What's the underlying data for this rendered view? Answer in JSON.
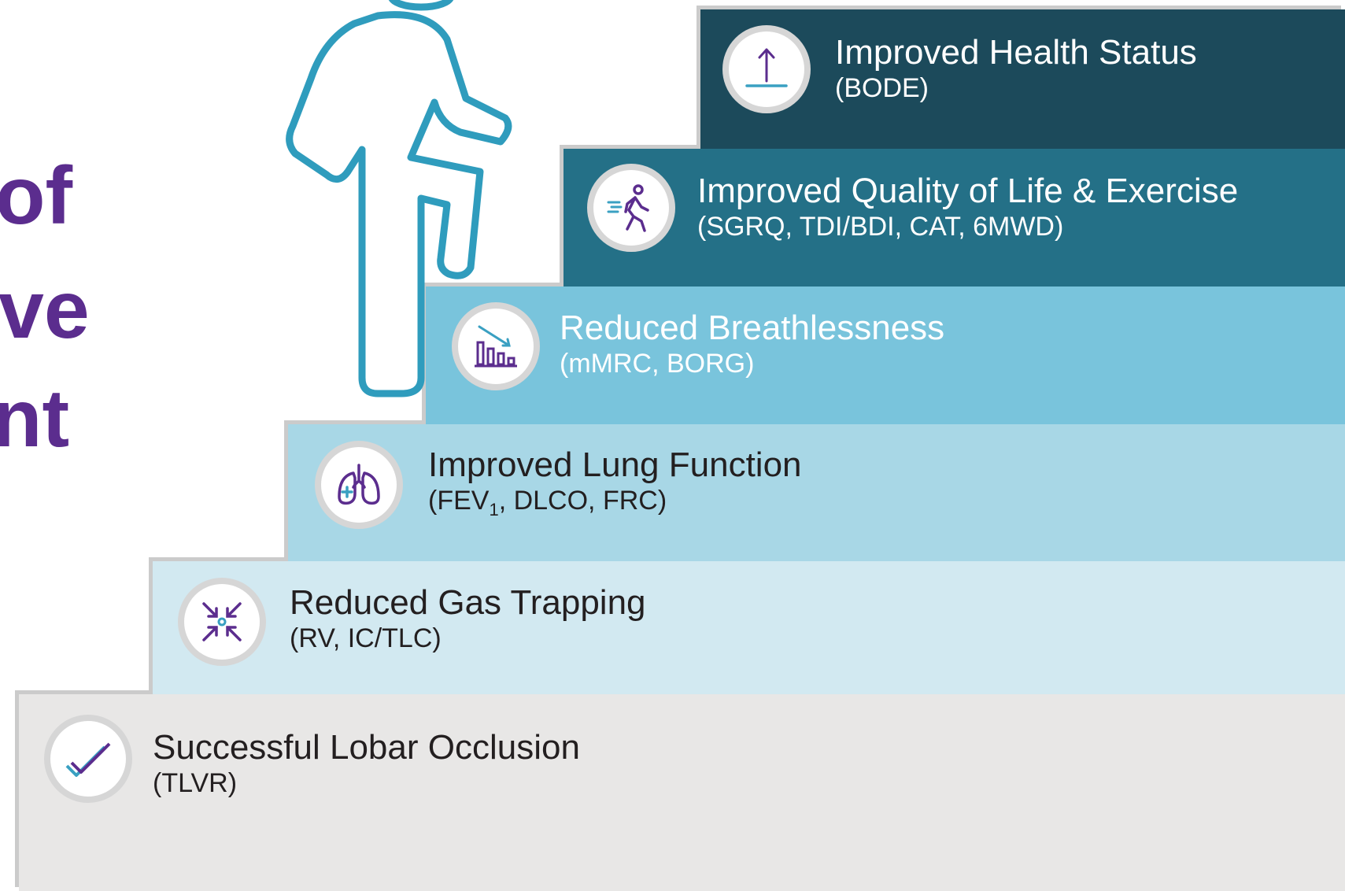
{
  "title_fragments": [
    "of",
    "ve",
    "nt"
  ],
  "colors": {
    "title": "#5b2d8e",
    "icon_purple": "#5b2d8e",
    "icon_teal": "#3aa0c2",
    "figure_teal": "#2f9cbd",
    "step1": "#e8e7e6",
    "step2": "#d2e9f1",
    "step3": "#a8d7e6",
    "step4": "#79c4dc",
    "step5": "#247087",
    "step6": "#1c4a5b"
  },
  "steps": [
    {
      "title": "Successful Lobar Occlusion",
      "subtitle": "(TLVR)",
      "icon": "double-check-icon"
    },
    {
      "title": "Reduced Gas Trapping",
      "subtitle": "(RV, IC/TLC)",
      "icon": "compress-arrows-icon"
    },
    {
      "title": "Improved Lung Function",
      "subtitle_pre": "(FEV",
      "subtitle_sub": "1",
      "subtitle_post": ", DLCO, FRC)",
      "icon": "lungs-icon"
    },
    {
      "title": "Reduced Breathlessness",
      "subtitle": "(mMRC, BORG)",
      "icon": "declining-bars-icon"
    },
    {
      "title": "Improved Quality of Life & Exercise",
      "subtitle": "(SGRQ, TDI/BDI, CAT, 6MWD)",
      "icon": "walking-person-icon"
    },
    {
      "title": "Improved Health Status",
      "subtitle": "(BODE)",
      "icon": "up-arrow-icon"
    }
  ]
}
